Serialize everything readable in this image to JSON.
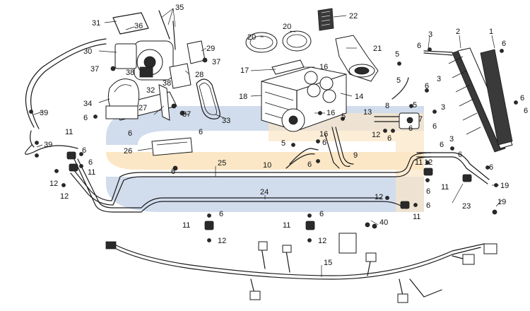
{
  "diagram": {
    "callouts": {
      "c1": "1",
      "c2": "2",
      "c3a": "3",
      "c3b": "3",
      "c3c": "3",
      "c3d": "3",
      "c5a": "5",
      "c5b": "5",
      "c5c": "5",
      "c5d": "5",
      "c5e": "5",
      "c6a": "6",
      "c6b": "6",
      "c6c": "6",
      "c6d": "6",
      "c6e": "6",
      "c6f": "6",
      "c6g": "6",
      "c6h": "6",
      "c6i": "6",
      "c6j": "6",
      "c6k": "6",
      "c6l": "6",
      "c6m": "6",
      "c6n": "6",
      "c6o": "6",
      "c6p": "6",
      "c6q": "6",
      "c6r": "6",
      "c6s": "6",
      "c6t": "6",
      "c6u": "6",
      "c6v": "6",
      "c6w": "6",
      "c7": "7",
      "c8": "8",
      "c9": "9",
      "c10": "10",
      "c11a": "11",
      "c11b": "11",
      "c11c": "11",
      "c11d": "11",
      "c11e": "11",
      "c11f": "11",
      "c11g": "11",
      "c12a": "12",
      "c12b": "12",
      "c12c": "12",
      "c12d": "12",
      "c12e": "12",
      "c12f": "12",
      "c12g": "12",
      "c13": "13",
      "c14": "14",
      "c15": "15",
      "c16a": "16",
      "c16b": "16",
      "c16c": "16",
      "c17": "17",
      "c18": "18",
      "c19a": "19",
      "c19b": "19",
      "c20a": "20",
      "c20b": "20",
      "c21": "21",
      "c22": "22",
      "c23": "23",
      "c24": "24",
      "c25": "25",
      "c26": "26",
      "c27": "27",
      "c28": "28",
      "c29": "29",
      "c30": "30",
      "c31": "31",
      "c32": "32",
      "c33": "33",
      "c34": "34",
      "c35": "35",
      "c36": "36",
      "c37a": "37",
      "c37b": "37",
      "c37c": "37",
      "c38a": "38",
      "c38b": "38",
      "c39a": "39",
      "c39b": "39",
      "c40": "40"
    },
    "colors": {
      "watermark_blue": "#c9d6ea",
      "watermark_orange": "#fbe3bd",
      "ink": "#1a1a1a"
    }
  }
}
